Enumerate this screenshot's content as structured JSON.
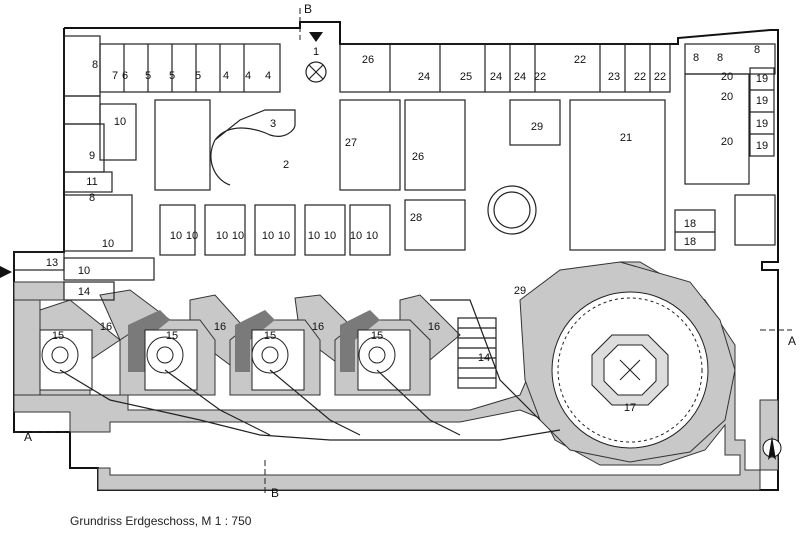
{
  "caption": "Grundriss Erdgeschoss, M 1 : 750",
  "section_labels": {
    "b_top": "B",
    "b_bottom": "B",
    "a_left": "A",
    "a_right": "A"
  },
  "room_numbers": [
    "1",
    "2",
    "3",
    "4",
    "5",
    "6",
    "7",
    "8",
    "9",
    "10",
    "11",
    "13",
    "14",
    "15",
    "16",
    "17",
    "18",
    "19",
    "20",
    "21",
    "22",
    "23",
    "24",
    "25",
    "26",
    "27",
    "28",
    "29"
  ],
  "colors": {
    "wall": "#111111",
    "shielding": "#c8c8c8",
    "dark_block": "#7a7a7a",
    "background": "#ffffff"
  },
  "icons": [
    "north-arrow-icon",
    "entrance-arrow-icon"
  ]
}
